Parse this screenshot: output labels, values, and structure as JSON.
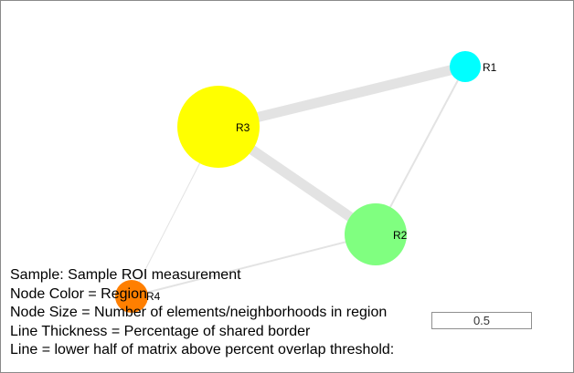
{
  "nodes": [
    {
      "id": "R1",
      "label": "R1",
      "color": "#00ffff",
      "size_rank": 1
    },
    {
      "id": "R2",
      "label": "R2",
      "color": "#80ff80",
      "size_rank": 3
    },
    {
      "id": "R3",
      "label": "R3",
      "color": "#ffff00",
      "size_rank": 4
    },
    {
      "id": "R4",
      "label": "R4",
      "color": "#ff7f00",
      "size_rank": 2
    }
  ],
  "edges": [
    {
      "source": "R3",
      "target": "R1",
      "weight": "heavy"
    },
    {
      "source": "R3",
      "target": "R2",
      "weight": "heavy"
    },
    {
      "source": "R1",
      "target": "R2",
      "weight": "light"
    },
    {
      "source": "R2",
      "target": "R4",
      "weight": "light"
    },
    {
      "source": "R3",
      "target": "R4",
      "weight": "faint"
    }
  ],
  "edge_color": "#e3e3e3",
  "legend": {
    "sample": "Sample: Sample ROI measurement",
    "node_color": "Node Color = Region",
    "node_size": "Node Size = Number of elements/neighborhoods in region",
    "line_thickness": "Line Thickness = Percentage of shared border",
    "line_rule": "Line = lower half of matrix above percent overlap threshold:"
  },
  "threshold": {
    "value": "0.5"
  }
}
